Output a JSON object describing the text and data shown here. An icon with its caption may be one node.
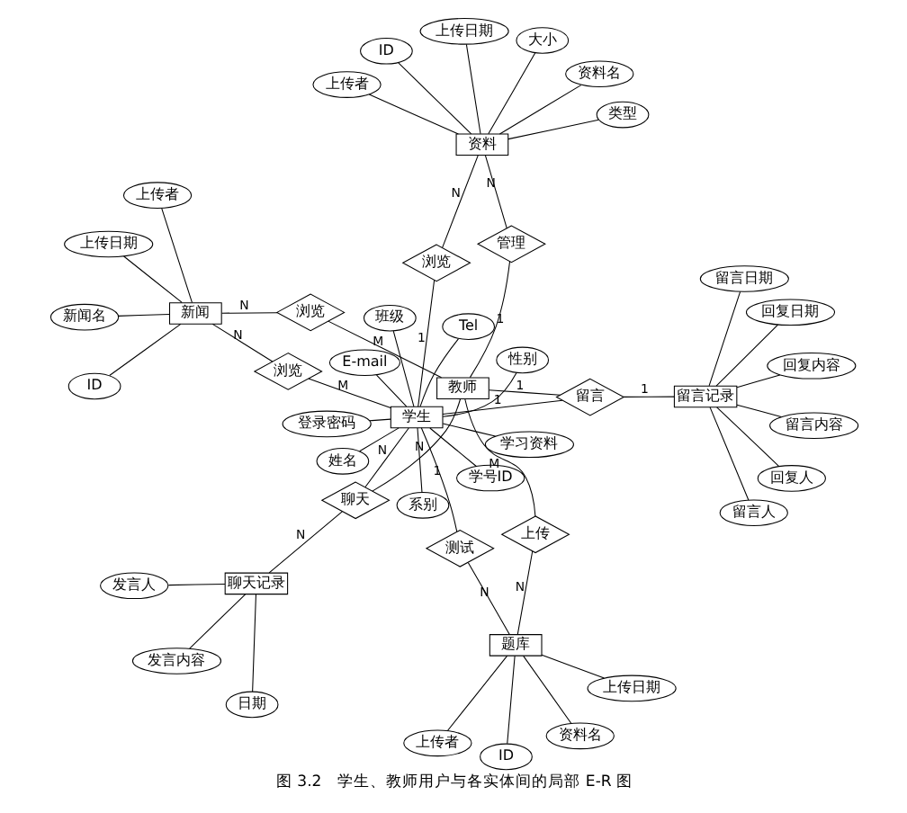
{
  "diagram": {
    "caption": "图 3.2　学生、教师用户与各实体间的局部 E-R 图",
    "nodes": [
      {
        "text": [
          "班级"
        ]
      },
      {
        "text": [
          "系别"
        ]
      },
      {
        "text": [
          "学习资料"
        ]
      },
      {
        "text": [
          "E-mail"
        ]
      },
      {
        "text": [
          "登录密码"
        ]
      },
      {
        "text": [
          "性别"
        ]
      },
      {
        "text": [
          "Tel"
        ]
      },
      {
        "text": [
          "姓名"
        ]
      },
      {
        "text": [
          "学生"
        ]
      },
      {
        "text": [
          "学号ID"
        ]
      },
      {
        "text": [
          "浏览"
        ]
      },
      {
        "text": [
          "聊天"
        ]
      },
      {
        "text": [
          "留言"
        ]
      },
      {
        "text": [
          "测试"
        ]
      },
      {
        "text": [
          "浏览"
        ]
      },
      {
        "text": [
          "ID"
        ]
      },
      {
        "text": [
          "ID"
        ]
      },
      {
        "text": [
          "资料"
        ]
      },
      {
        "text": [
          "聊天记录"
        ]
      },
      {
        "text": [
          "留言记录"
        ]
      },
      {
        "text": [
          "题库"
        ]
      },
      {
        "text": [
          "新闻"
        ]
      },
      {
        "text": [
          "资料名"
        ]
      },
      {
        "text": [
          "ID"
        ]
      },
      {
        "text": [
          "新闻名"
        ]
      },
      {
        "text": [
          "上传者"
        ]
      },
      {
        "text": [
          "留言人"
        ]
      },
      {
        "text": [
          "回复内容"
        ]
      },
      {
        "text": [
          "资料名"
        ]
      },
      {
        "text": [
          "日期"
        ]
      },
      {
        "text": [
          "上传者"
        ]
      },
      {
        "text": [
          "上传者"
        ]
      },
      {
        "text": [
          "上传日期"
        ]
      },
      {
        "text": [
          "发言人"
        ]
      },
      {
        "text": [
          "回复人"
        ]
      },
      {
        "text": [
          "回复日期"
        ]
      },
      {
        "text": [
          "上传日期"
        ]
      },
      {
        "text": [
          "上传日期"
        ]
      },
      {
        "text": [
          "大小"
        ]
      },
      {
        "text": [
          "发言内容"
        ]
      },
      {
        "text": [
          "留言日期"
        ]
      },
      {
        "text": [
          "留言内容"
        ]
      },
      {
        "text": [
          "类型"
        ]
      },
      {
        "text": [
          "管理"
        ]
      },
      {
        "text": [
          "上传"
        ]
      },
      {
        "text": [
          "教师"
        ]
      },
      {
        "text": [
          "浏览"
        ]
      }
    ],
    "edges": [
      {
        "from": 0,
        "to": 8,
        "arrow": "none"
      },
      {
        "from": 1,
        "to": 8,
        "arrow": "none"
      },
      {
        "from": 2,
        "to": 8,
        "arrow": "none"
      },
      {
        "from": 3,
        "to": 8,
        "arrow": "none"
      },
      {
        "from": 4,
        "to": 8,
        "arrow": "none"
      },
      {
        "from": 5,
        "to": 8,
        "arrow": "none"
      },
      {
        "from": 6,
        "to": 8,
        "arrow": "none"
      },
      {
        "from": 7,
        "to": 8,
        "arrow": "none"
      },
      {
        "from": 9,
        "to": 8,
        "arrow": "none"
      },
      {
        "from": 8,
        "to": 10,
        "arrow": "none",
        "label": "1"
      },
      {
        "from": 10,
        "to": 17,
        "arrow": "none",
        "label": "N"
      },
      {
        "from": 8,
        "to": 11,
        "arrow": "none",
        "label": "N"
      },
      {
        "from": 11,
        "to": 18,
        "arrow": "none",
        "label": "N"
      },
      {
        "from": 8,
        "to": 12,
        "arrow": "none",
        "label": "1"
      },
      {
        "from": 12,
        "to": 19,
        "arrow": "none",
        "label": "1"
      },
      {
        "from": 8,
        "to": 13,
        "arrow": "none",
        "label": "1"
      },
      {
        "from": 13,
        "to": 20,
        "arrow": "none",
        "label": "N"
      },
      {
        "from": 8,
        "to": 14,
        "arrow": "none",
        "label": "M"
      },
      {
        "from": 14,
        "to": 21,
        "arrow": "none",
        "label": "N"
      },
      {
        "from": 17,
        "to": 15,
        "arrow": "none"
      },
      {
        "from": 17,
        "to": 22,
        "arrow": "none"
      },
      {
        "from": 17,
        "to": 25,
        "arrow": "none"
      },
      {
        "from": 17,
        "to": 32,
        "arrow": "none"
      },
      {
        "from": 17,
        "to": 38,
        "arrow": "none"
      },
      {
        "from": 17,
        "to": 42,
        "arrow": "none"
      },
      {
        "from": 18,
        "to": 29,
        "arrow": "none"
      },
      {
        "from": 18,
        "to": 33,
        "arrow": "none"
      },
      {
        "from": 18,
        "to": 39,
        "arrow": "none"
      },
      {
        "from": 19,
        "to": 26,
        "arrow": "none"
      },
      {
        "from": 19,
        "to": 34,
        "arrow": "none"
      },
      {
        "from": 19,
        "to": 40,
        "arrow": "none"
      },
      {
        "from": 19,
        "to": 41,
        "arrow": "none"
      },
      {
        "from": 19,
        "to": 27,
        "arrow": "none"
      },
      {
        "from": 19,
        "to": 35,
        "arrow": "none"
      },
      {
        "from": 20,
        "to": 23,
        "arrow": "none"
      },
      {
        "from": 20,
        "to": 28,
        "arrow": "none"
      },
      {
        "from": 20,
        "to": 30,
        "arrow": "none"
      },
      {
        "from": 20,
        "to": 37,
        "arrow": "none"
      },
      {
        "from": 21,
        "to": 16,
        "arrow": "none"
      },
      {
        "from": 21,
        "to": 24,
        "arrow": "none"
      },
      {
        "from": 21,
        "to": 31,
        "arrow": "none"
      },
      {
        "from": 21,
        "to": 36,
        "arrow": "none"
      },
      {
        "from": 11,
        "to": 45,
        "arrow": "none",
        "label": "N"
      },
      {
        "from": 12,
        "to": 45,
        "arrow": "none",
        "label": "1"
      },
      {
        "from": 17,
        "to": 43,
        "arrow": "none",
        "label": "N"
      },
      {
        "from": 43,
        "to": 45,
        "arrow": "none",
        "label": "1"
      },
      {
        "from": 45,
        "to": 44,
        "arrow": "none",
        "label": "M"
      },
      {
        "from": 44,
        "to": 20,
        "arrow": "none",
        "label": "N"
      },
      {
        "from": 45,
        "to": 46,
        "arrow": "none",
        "label": "M"
      },
      {
        "from": 46,
        "to": 21,
        "arrow": "none",
        "label": "N"
      }
    ]
  }
}
